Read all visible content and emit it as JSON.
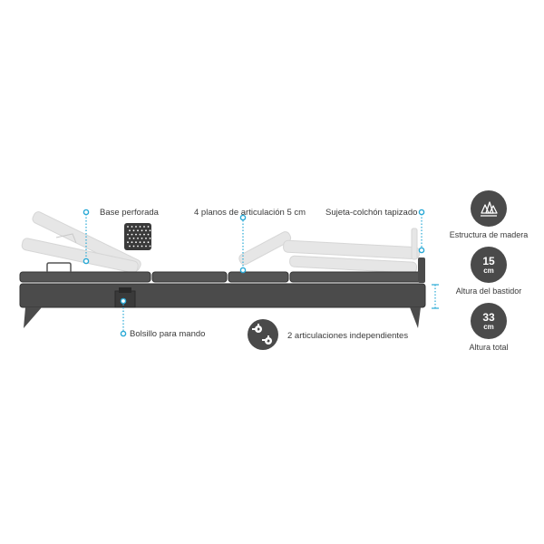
{
  "callouts": {
    "perforated_base": "Base perforada",
    "articulation_planes": "4 planos de articulación 5 cm",
    "mattress_holder": "Sujeta-colchón tapizado",
    "remote_pocket": "Bolsillo para mando",
    "independent_joints": "2 articulaciones independientes"
  },
  "specs": {
    "structure": {
      "icon": "trees-icon",
      "caption": "Estructura de madera"
    },
    "frame_height": {
      "value": "15",
      "unit": "cm",
      "caption": "Altura del bastidor"
    },
    "total_height": {
      "value": "33",
      "unit": "cm",
      "caption": "Altura total"
    }
  },
  "colors": {
    "frame": "#4b4b4b",
    "frame_dark": "#3a3a3a",
    "ghost": "#e4e4e4",
    "ghost_stroke": "#d4d4d4",
    "accent": "#29a9d6",
    "icon_bg": "#4a4a4a"
  }
}
